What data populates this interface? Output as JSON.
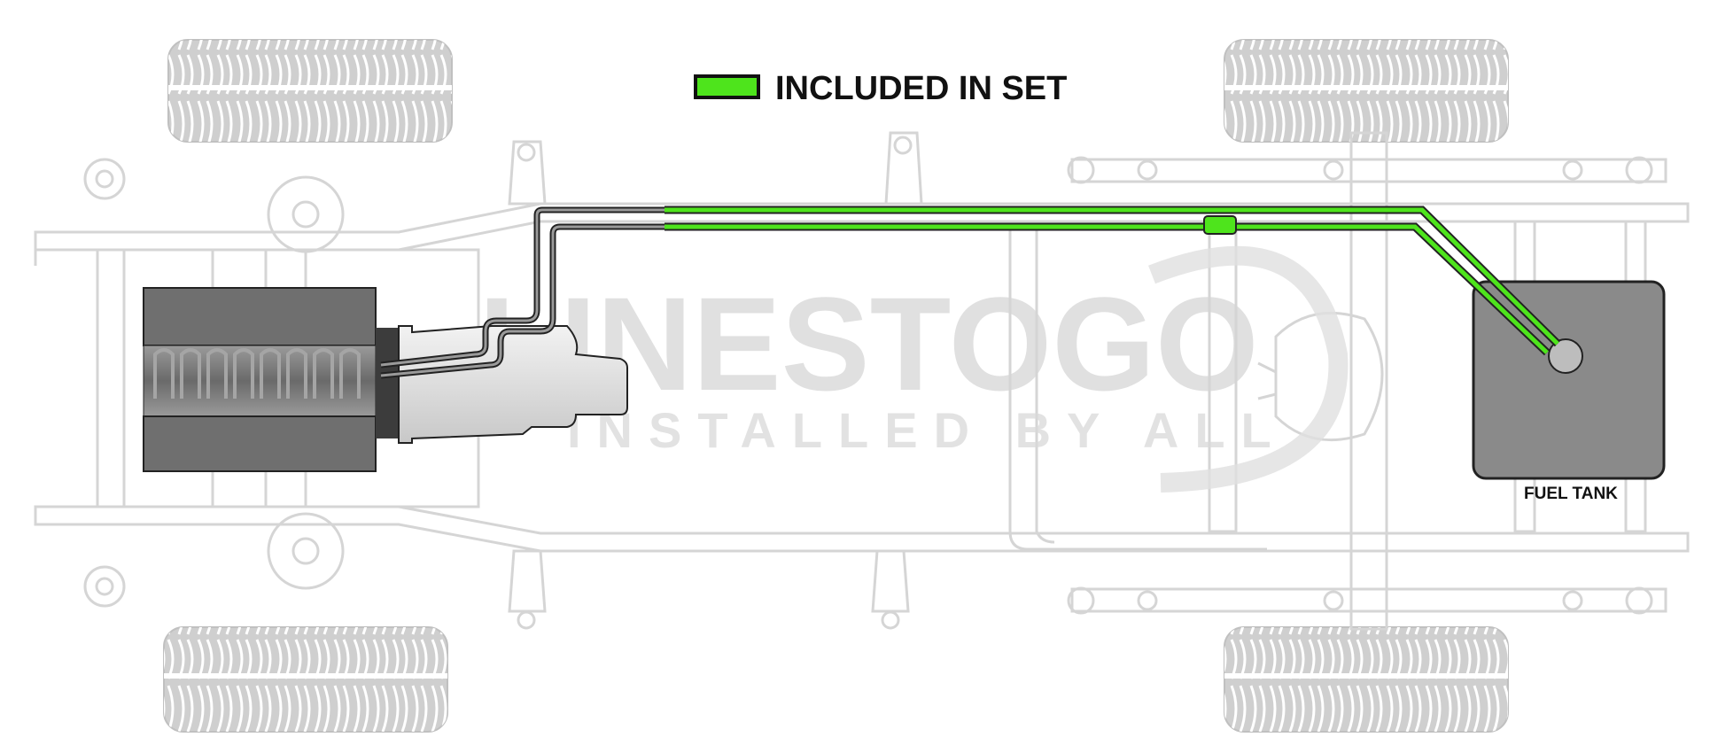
{
  "legend": {
    "label": "INCLUDED IN SET",
    "swatch_color": "#4ee41c"
  },
  "labels": {
    "fuel_tank": "FUEL TANK"
  },
  "watermark": {
    "brand_text": "LINESTOGO",
    "tagline": "INSTALLED BY ALL"
  },
  "colors": {
    "line_green": "#4ee41c",
    "frame_gray": "#d5d5d5",
    "tank_gray": "#8a8a8a",
    "engine_dark": "#4a4a4a"
  }
}
